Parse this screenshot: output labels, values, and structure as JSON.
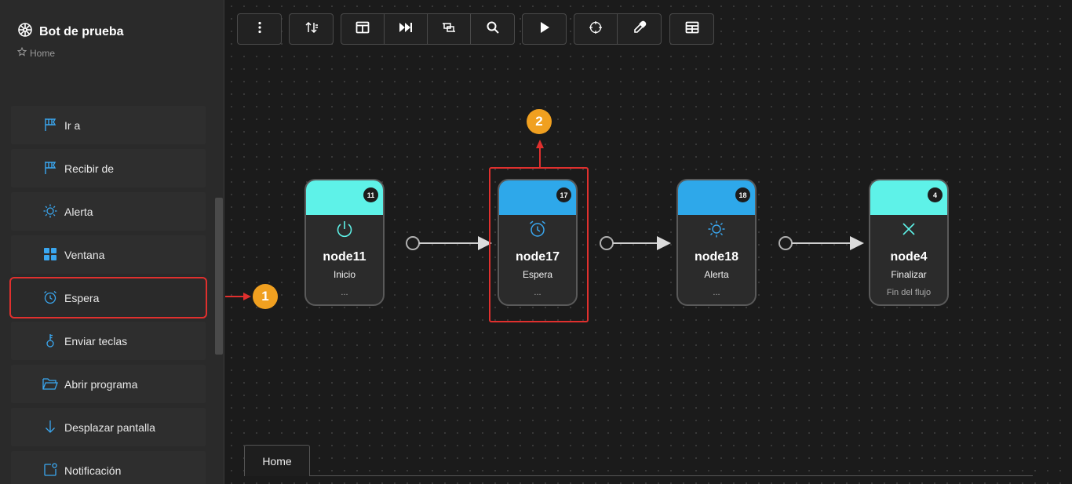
{
  "app": {
    "bot_name": "Bot de prueba",
    "breadcrumb": "Home"
  },
  "sidebar": {
    "items": [
      {
        "label": "Ir a",
        "icon": "flag-icon"
      },
      {
        "label": "Recibir de",
        "icon": "flag-icon"
      },
      {
        "label": "Alerta",
        "icon": "sun-icon"
      },
      {
        "label": "Ventana",
        "icon": "window-grid-icon"
      },
      {
        "label": "Espera",
        "icon": "alarm-clock-icon",
        "highlighted": true
      },
      {
        "label": "Enviar teclas",
        "icon": "key-icon"
      },
      {
        "label": "Abrir programa",
        "icon": "folder-open-icon"
      },
      {
        "label": "Desplazar pantalla",
        "icon": "arrow-down-icon"
      },
      {
        "label": "Notificación",
        "icon": "notification-icon"
      }
    ]
  },
  "toolbar": {
    "groups": [
      [
        "more-vertical-icon"
      ],
      [
        "sort-icon"
      ],
      [
        "panel-layout-icon",
        "skip-forward-icon",
        "fit-view-icon",
        "search-icon"
      ],
      [
        "play-icon"
      ],
      [
        "crosshair-icon",
        "eyedropper-icon"
      ],
      [
        "table-icon"
      ]
    ]
  },
  "nodes": [
    {
      "id": "node11",
      "type": "Inicio",
      "badge": "11",
      "desc": "...",
      "color": "#5ef2e8",
      "icon": "power-icon"
    },
    {
      "id": "node17",
      "type": "Espera",
      "badge": "17",
      "desc": "...",
      "color": "#2ea8ea",
      "icon": "alarm-clock-icon"
    },
    {
      "id": "node18",
      "type": "Alerta",
      "badge": "18",
      "desc": "...",
      "color": "#2ea8ea",
      "icon": "sun-icon"
    },
    {
      "id": "node4",
      "type": "Finalizar",
      "badge": "4",
      "desc": "Fin del flujo",
      "color": "#5ef2e8",
      "icon": "close-icon"
    }
  ],
  "annotations": {
    "step1": "1",
    "step2": "2",
    "step_color": "#f0a020",
    "highlight_color": "#e0302e"
  },
  "tabs": {
    "active": "Home"
  },
  "colors": {
    "accent_blue": "#2ea8ea",
    "accent_cyan": "#5ef2e8",
    "icon_blue": "#3aa7f0"
  }
}
